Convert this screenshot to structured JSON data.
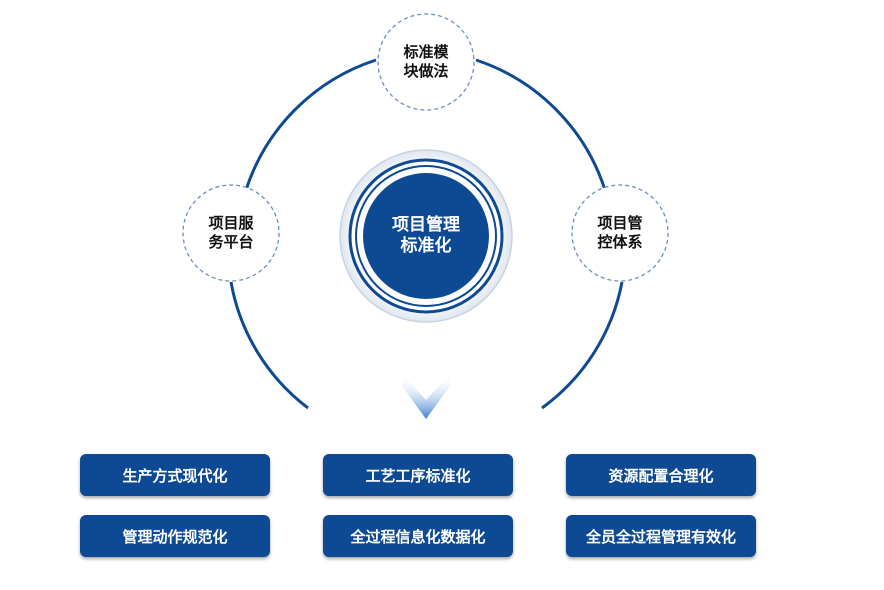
{
  "colors": {
    "primary_blue": "#0e4a93",
    "dashed_border": "#6f8fbf",
    "arrow": "#3f7fcf"
  },
  "center": {
    "label": "项目管理\n标准化"
  },
  "nodes": {
    "top": "标准模\n块做法",
    "left": "项目服\n务平台",
    "right": "项目管\n控体系"
  },
  "outcomes": [
    "生产方式现代化",
    "工艺工序标准化",
    "资源配置合理化",
    "管理动作规范化",
    "全过程信息化数据化",
    "全员全过程管理有效化"
  ]
}
